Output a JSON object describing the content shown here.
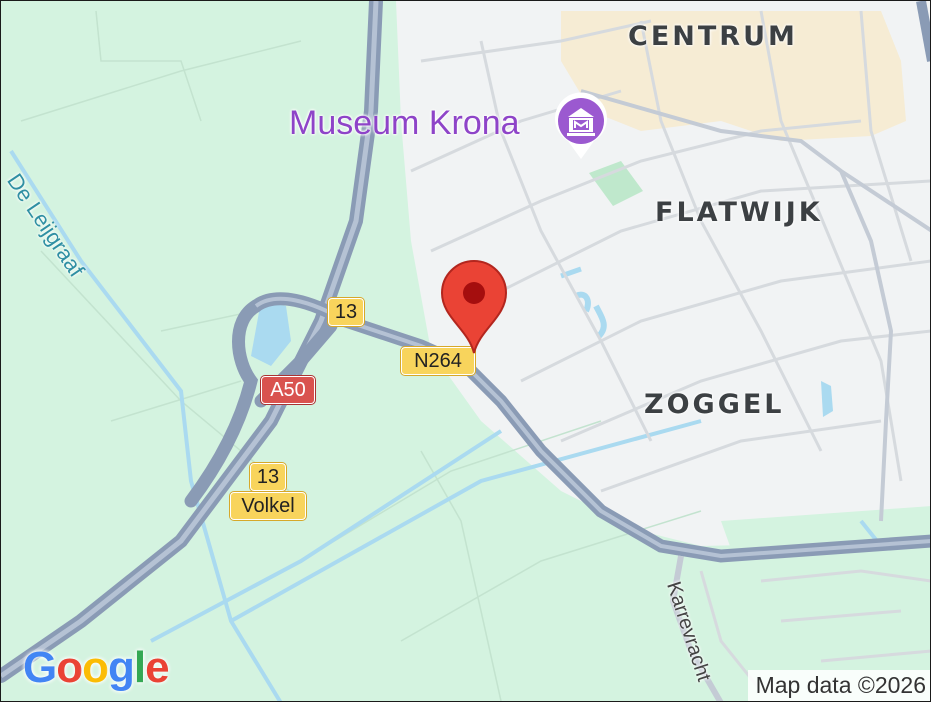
{
  "map": {
    "districts": {
      "centrum": "CENTRUM",
      "flatwijk": "FLATWIJK",
      "zoggel": "ZOGGEL"
    },
    "poi": {
      "name": "Museum Krona",
      "icon": "museum-icon",
      "color": "#9b59d0"
    },
    "road_shields": {
      "route_13_north": "13",
      "n264": "N264",
      "a50": "A50",
      "route_13_south": "13",
      "volkel": "Volkel"
    },
    "water_label": "De Leijgraaf",
    "street_label": "Karrevracht",
    "pin": {
      "icon": "map-pin-icon",
      "color": "#ea4335"
    },
    "attribution": "Map data ©2026",
    "logo": {
      "letters": [
        "G",
        "o",
        "o",
        "g",
        "l",
        "e"
      ],
      "colors": [
        "#4285f4",
        "#ea4335",
        "#fbbc05",
        "#4285f4",
        "#34a853",
        "#ea4335"
      ]
    },
    "colors": {
      "green_area": "#d4f3e0",
      "urban": "#f1f3f4",
      "highway": "#8a9bb5",
      "water": "#aadaf0"
    }
  }
}
